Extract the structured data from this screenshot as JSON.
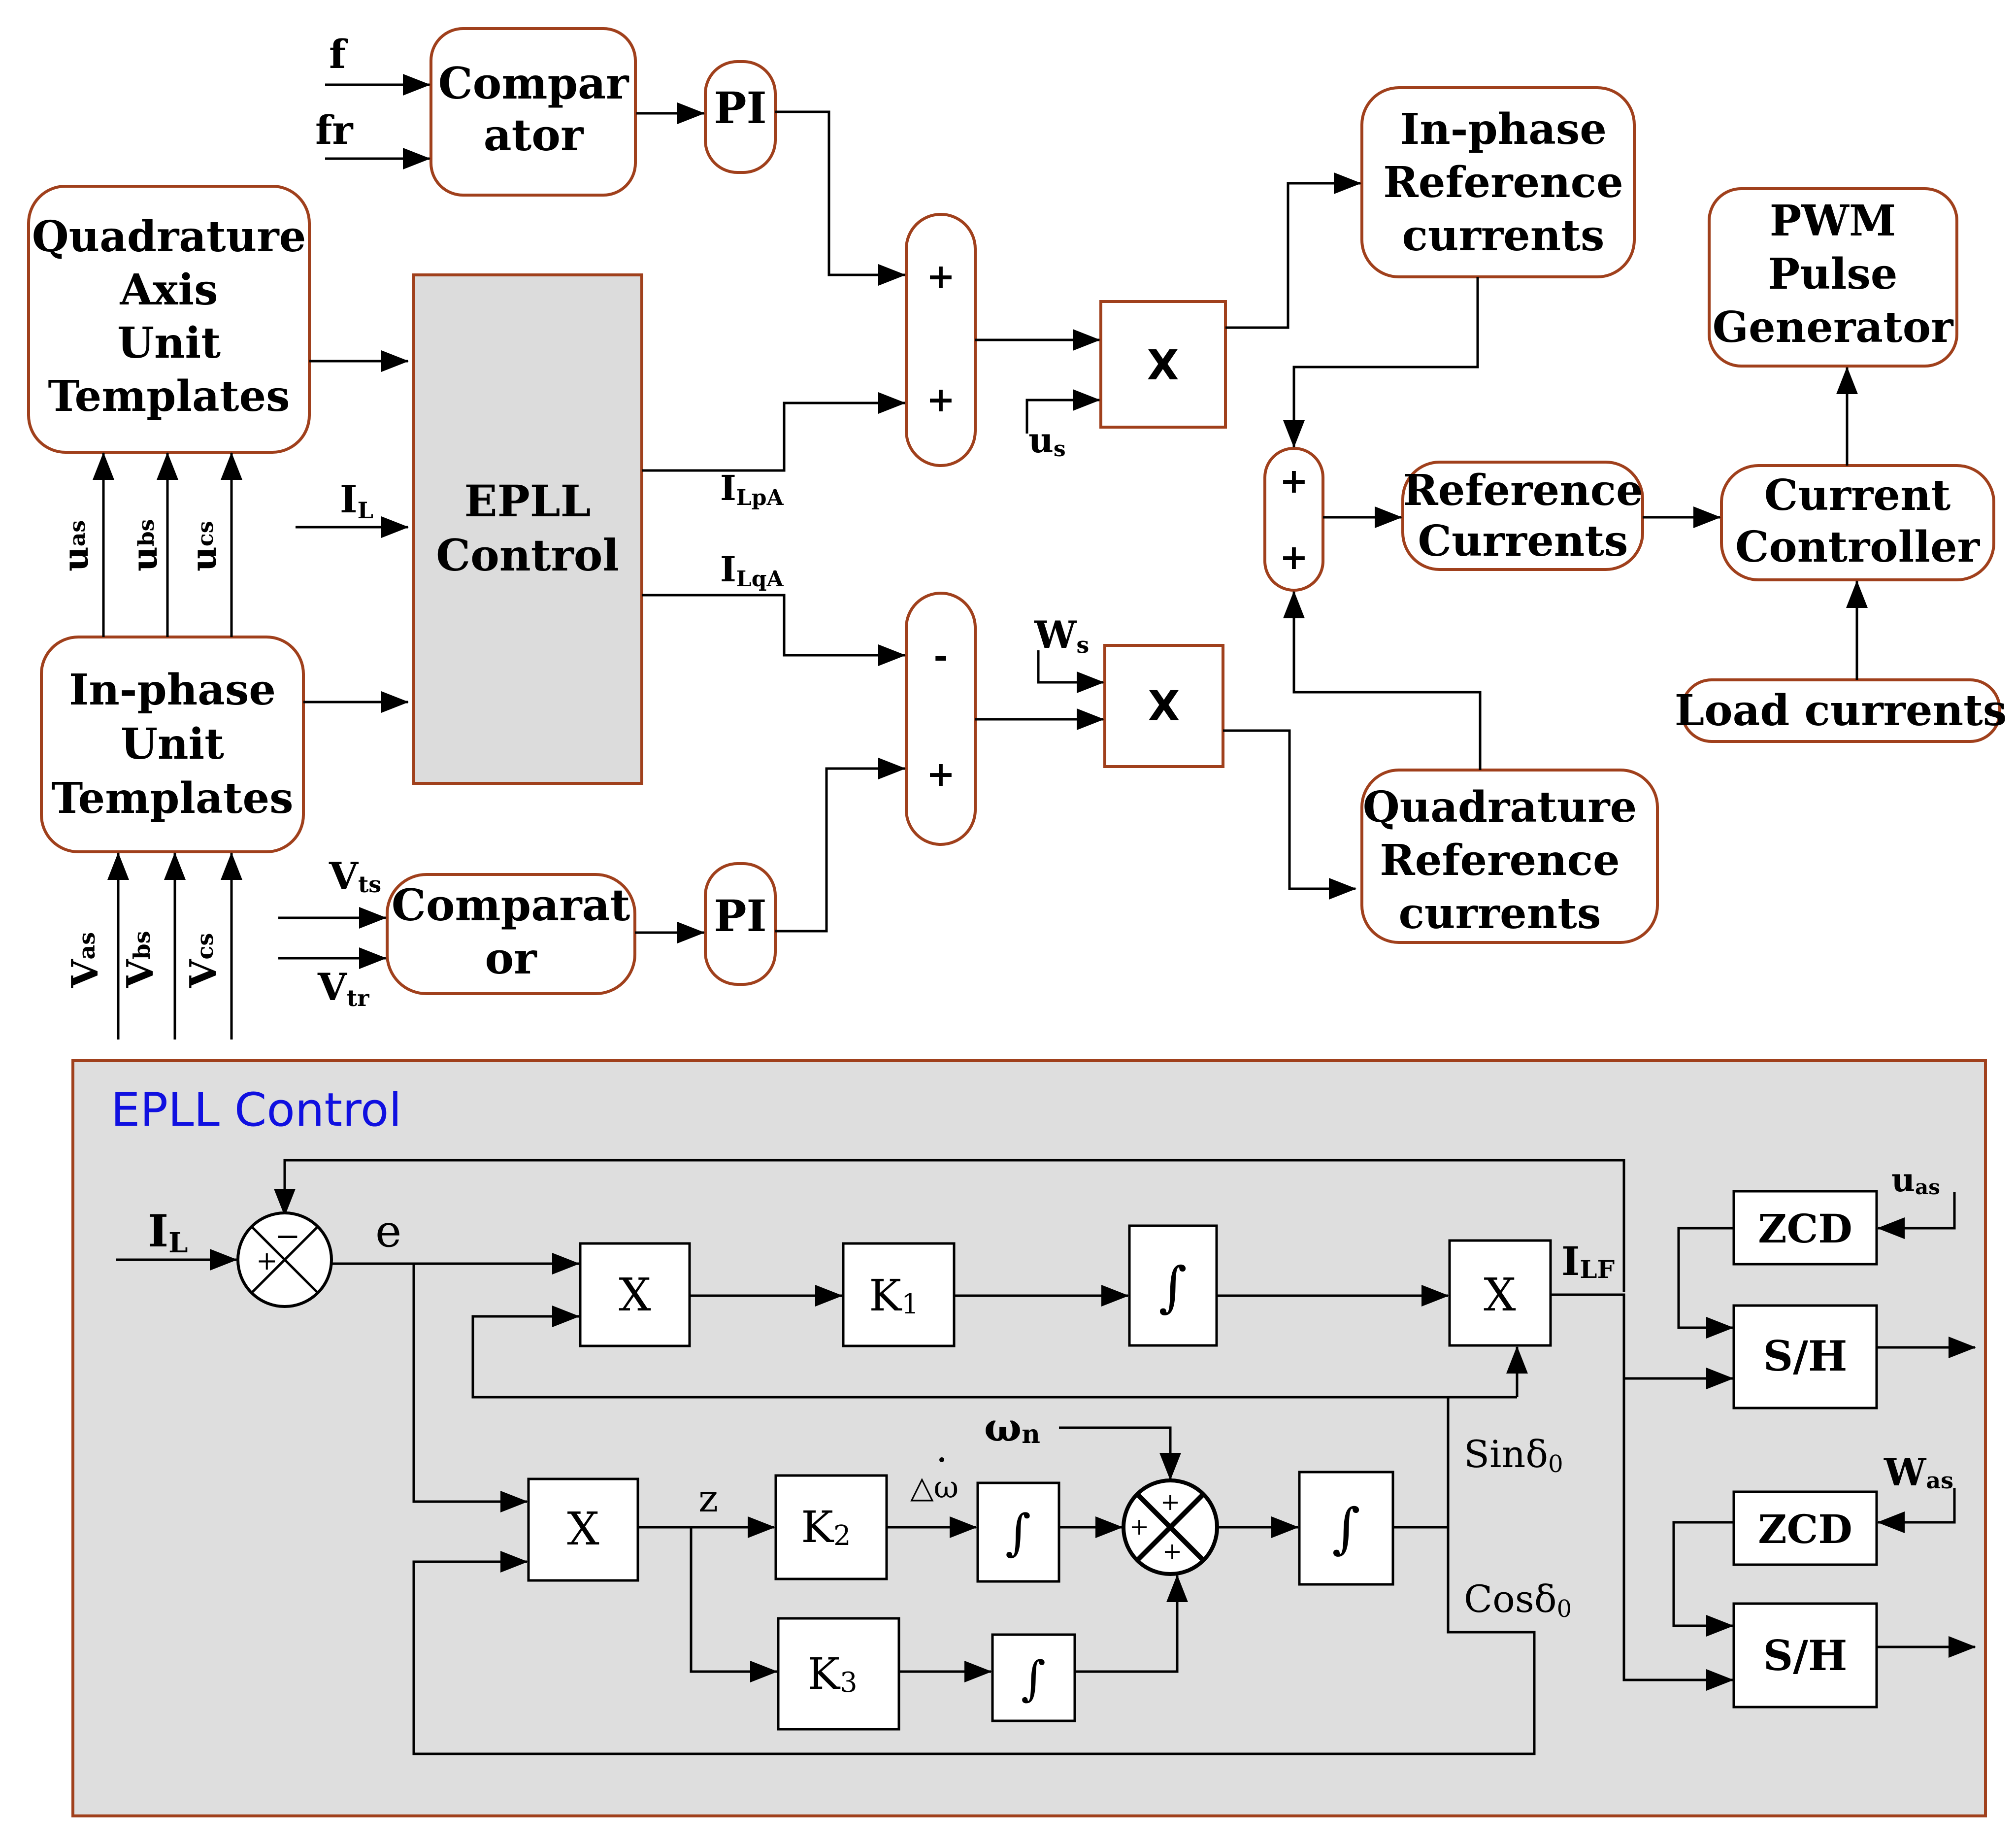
{
  "upper": {
    "comparator_top": [
      "Compar",
      "ator"
    ],
    "comparator_bottom": [
      "Comparat",
      "or"
    ],
    "pi": "PI",
    "quadrature_unit_templates": [
      "Quadrature",
      "Axis",
      "Unit",
      "Templates"
    ],
    "inphase_unit_templates": [
      "In-phase",
      "Unit",
      "Templates"
    ],
    "epll_control": [
      "EPLL",
      "Control"
    ],
    "multiplier": "X",
    "plus": "+",
    "minus": "-",
    "inphase_reference_currents": [
      "In-phase",
      "Reference",
      "currents"
    ],
    "quadrature_reference_currents": [
      "Quadrature",
      "Reference",
      "currents"
    ],
    "reference_currents": [
      "Reference",
      "Currents"
    ],
    "current_controller": [
      "Current",
      "Controller"
    ],
    "pwm_pulse_generator": [
      "PWM",
      "Pulse",
      "Generator"
    ],
    "load_currents": "Load currents",
    "sig_f": "f",
    "sig_fr": "fr",
    "sig_IL": {
      "main": "I",
      "sub": "L"
    },
    "sig_ILpA": {
      "main": "I",
      "sub": "LpA"
    },
    "sig_ILqA": {
      "main": "I",
      "sub": "LqA"
    },
    "sig_us": {
      "main": "u",
      "sub": "s"
    },
    "sig_Ws": {
      "main": "W",
      "sub": "s"
    },
    "sig_Vts": {
      "main": "V",
      "sub": "ts"
    },
    "sig_Vtr": {
      "main": "V",
      "sub": "tr"
    },
    "sig_uas": {
      "main": "u",
      "sub": "as"
    },
    "sig_ubs": {
      "main": "u",
      "sub": "bs"
    },
    "sig_ucs": {
      "main": "u",
      "sub": "cs"
    },
    "sig_Vas": {
      "main": "V",
      "sub": "as"
    },
    "sig_Vbs": {
      "main": "V",
      "sub": "bs"
    },
    "sig_Vcs": {
      "main": "V",
      "sub": "cs"
    }
  },
  "epll": {
    "title": "EPLL Control",
    "title_color": "#1010e0",
    "panel_color": "#dedede",
    "border_color": "#a0401c",
    "input_IL": {
      "main": "I",
      "sub": "L"
    },
    "e": "e",
    "z": "z",
    "x": "X",
    "k1": {
      "main": "K",
      "sub": "1"
    },
    "k2": {
      "main": "K",
      "sub": "2"
    },
    "k3": {
      "main": "K",
      "sub": "3"
    },
    "integral": "∫",
    "ILF": {
      "main": "I",
      "sub": "LF"
    },
    "omega_n": {
      "main": "ω",
      "sub": "n"
    },
    "delta_omega": "△ω",
    "sin_label": {
      "main": "Sinδ",
      "sub": "0"
    },
    "cos_label": {
      "main": "Cosδ",
      "sub": "0"
    },
    "zcd": "ZCD",
    "sh": "S/H",
    "uas": {
      "main": "u",
      "sub": "as"
    },
    "Was": {
      "main": "W",
      "sub": "as"
    },
    "sum_signs": {
      "plus": "+",
      "minus": "−"
    }
  }
}
